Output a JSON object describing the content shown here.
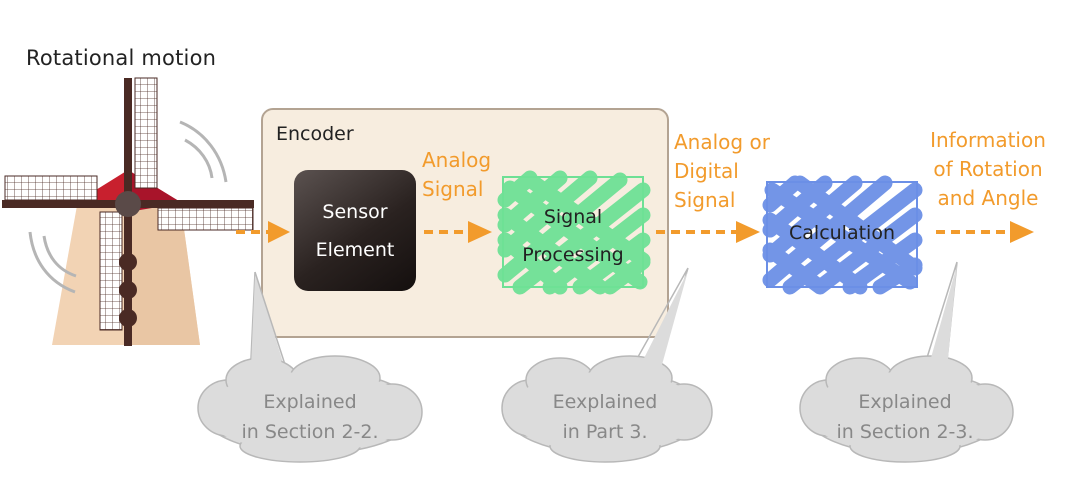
{
  "title": "Rotational motion",
  "encoder": {
    "label": "Encoder",
    "sensor_line1": "Sensor",
    "sensor_line2": "Element"
  },
  "signals": {
    "analog_line1": "Analog",
    "analog_line2": "Signal",
    "analog_or_digital_line1": "Analog or",
    "analog_or_digital_line2": "Digital",
    "analog_or_digital_line3": "Signal",
    "info_line1": "Information",
    "info_line2": "of Rotation",
    "info_line3": "and Angle"
  },
  "blocks": {
    "signal_processing_line1": "Signal",
    "signal_processing_line2": "Processing",
    "calculation": "Calculation"
  },
  "callouts": [
    {
      "line1": "Explained",
      "line2": "in Section 2-2."
    },
    {
      "line1": "Eexplained",
      "line2": "in Part 3."
    },
    {
      "line1": "Explained",
      "line2": "in Section 2-3."
    }
  ],
  "colors": {
    "orange": "#f29b2c",
    "green": "#6ee095",
    "blue": "#6b8fe6",
    "cloud": "#dcdcdc",
    "encoder_bg": "#f7eddf"
  }
}
